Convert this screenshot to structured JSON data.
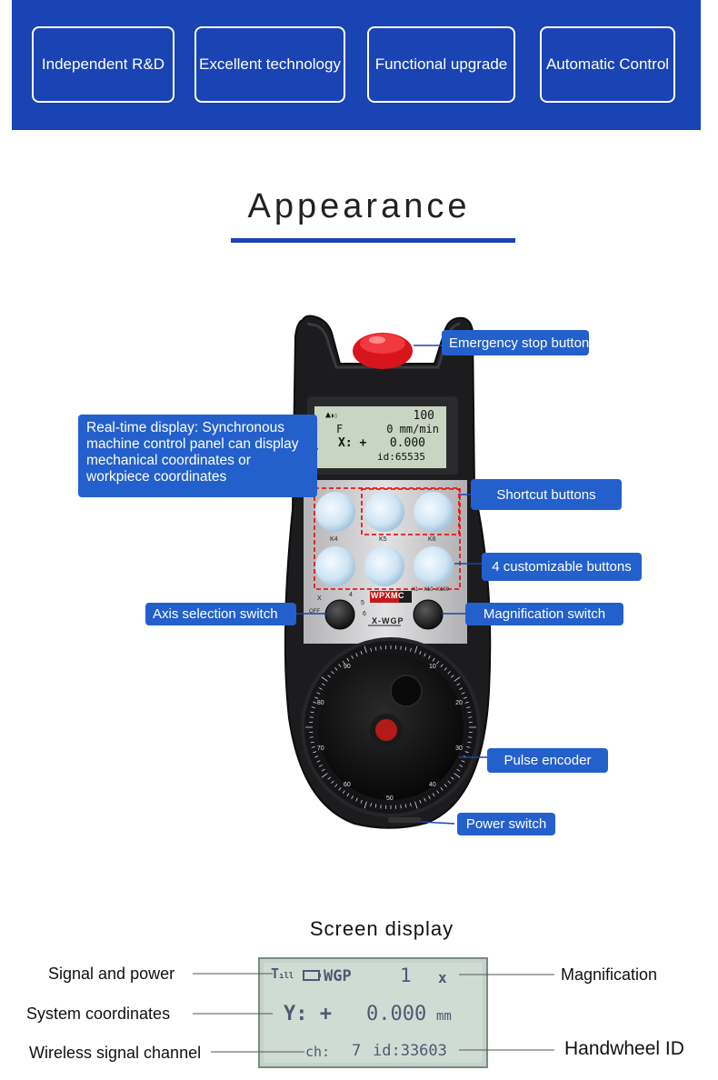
{
  "features": [
    "Independent R&D",
    "Excellent technology",
    "Functional upgrade",
    "Automatic Control"
  ],
  "section_title": "Appearance",
  "device": {
    "lcd": {
      "row1_value": "100",
      "row2_prefix": "F",
      "row2_value": "0 mm/min",
      "row3_axis": "X: +",
      "row3_value": "0.000",
      "row4_id": "id:65535"
    },
    "key_labels": [
      "K4",
      "K5",
      "K6"
    ],
    "brand": "X-WGP",
    "logo": "WPXMC",
    "axis_switch_marks": [
      "X",
      "OFF",
      "4",
      "5",
      "6"
    ],
    "mag_switch_marks": [
      "X1",
      "X10",
      "X100"
    ],
    "dial_numbers": [
      "10",
      "20",
      "30",
      "40",
      "50",
      "60",
      "70",
      "80",
      "90"
    ]
  },
  "callouts": {
    "emergency_stop": "Emergency stop button",
    "realtime_display": "Real-time display: Synchronous machine control panel can display mechanical coordinates or workpiece coordinates",
    "shortcut_buttons": "Shortcut buttons",
    "customizable_buttons": "4 customizable buttons",
    "axis_selection": "Axis selection switch",
    "magnification": "Magnification switch",
    "pulse_encoder": "Pulse encoder",
    "power_switch": "Power switch"
  },
  "screen_display": {
    "title": "Screen display",
    "labels": {
      "signal_power": "Signal and power",
      "system_coordinates": "System coordinates",
      "wireless_channel": "Wireless signal channel",
      "magnification": "Magnification",
      "handwheel_id": "Handwheel ID"
    },
    "lcd": {
      "model": "WGP",
      "mag_value": "1",
      "mag_x": "x",
      "axis": "Y: +",
      "coord": "0.000",
      "unit": "mm",
      "ch_label": "ch:",
      "ch_value": "7",
      "id": "id:33603"
    }
  },
  "colors": {
    "brand_blue": "#1a43b4",
    "callout_blue": "#2460cc",
    "lcd_green": "#c8d5c2",
    "stop_red": "#d8141c"
  }
}
